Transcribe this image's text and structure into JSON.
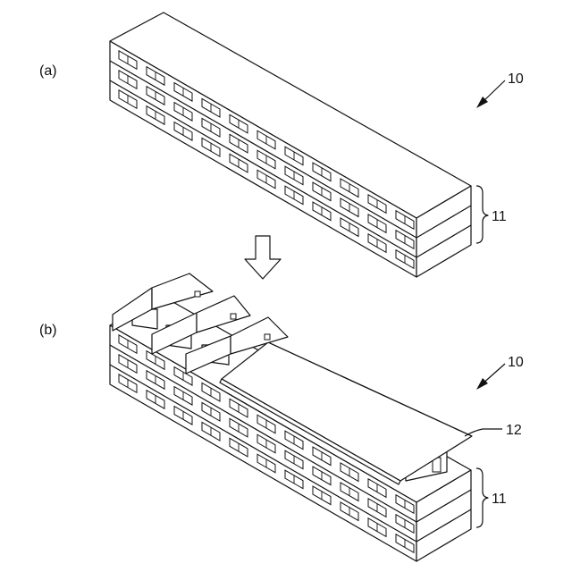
{
  "figure": {
    "panel_a_label": "(a)",
    "panel_b_label": "(b)",
    "ref_building_a": "10",
    "ref_building_b": "10",
    "ref_floors_a": "11",
    "ref_floors_b": "11",
    "ref_roof": "12"
  },
  "building": {
    "floors": 3,
    "window_columns": 11
  }
}
